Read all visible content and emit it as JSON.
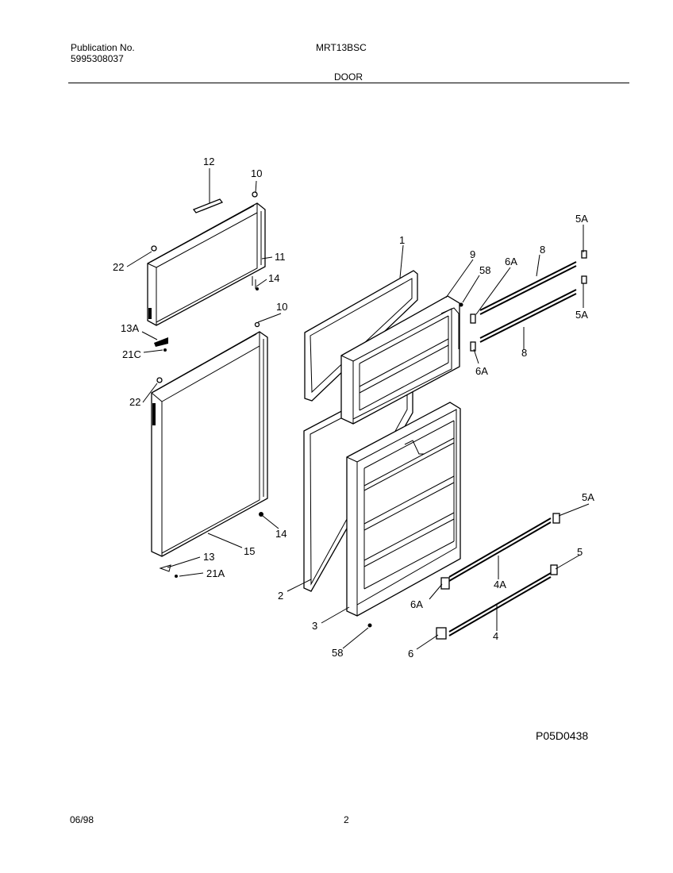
{
  "header": {
    "publication_label": "Publication No.",
    "publication_number": "5995308037",
    "model": "MRT13BSC",
    "section": "DOOR"
  },
  "footer": {
    "date": "06/98",
    "page": "2",
    "drawing_id": "P05D0438"
  },
  "callouts": {
    "c12": "12",
    "c10a": "10",
    "c11": "11",
    "c14a": "14",
    "c22a": "22",
    "c13A": "13A",
    "c21C": "21C",
    "c10b": "10",
    "c22b": "22",
    "c14b": "14",
    "c15": "15",
    "c13": "13",
    "c21A": "21A",
    "c1": "1",
    "c9": "9",
    "c58a": "58",
    "c6Aa": "6A",
    "c8a": "8",
    "c5Aa": "5A",
    "c5Ab": "5A",
    "c6Ab": "6A",
    "c8b": "8",
    "c2": "2",
    "c3": "3",
    "c58b": "58",
    "c5Ac": "5A",
    "c5": "5",
    "c4A": "4A",
    "c6Ac": "6A",
    "c4": "4",
    "c6": "6"
  }
}
